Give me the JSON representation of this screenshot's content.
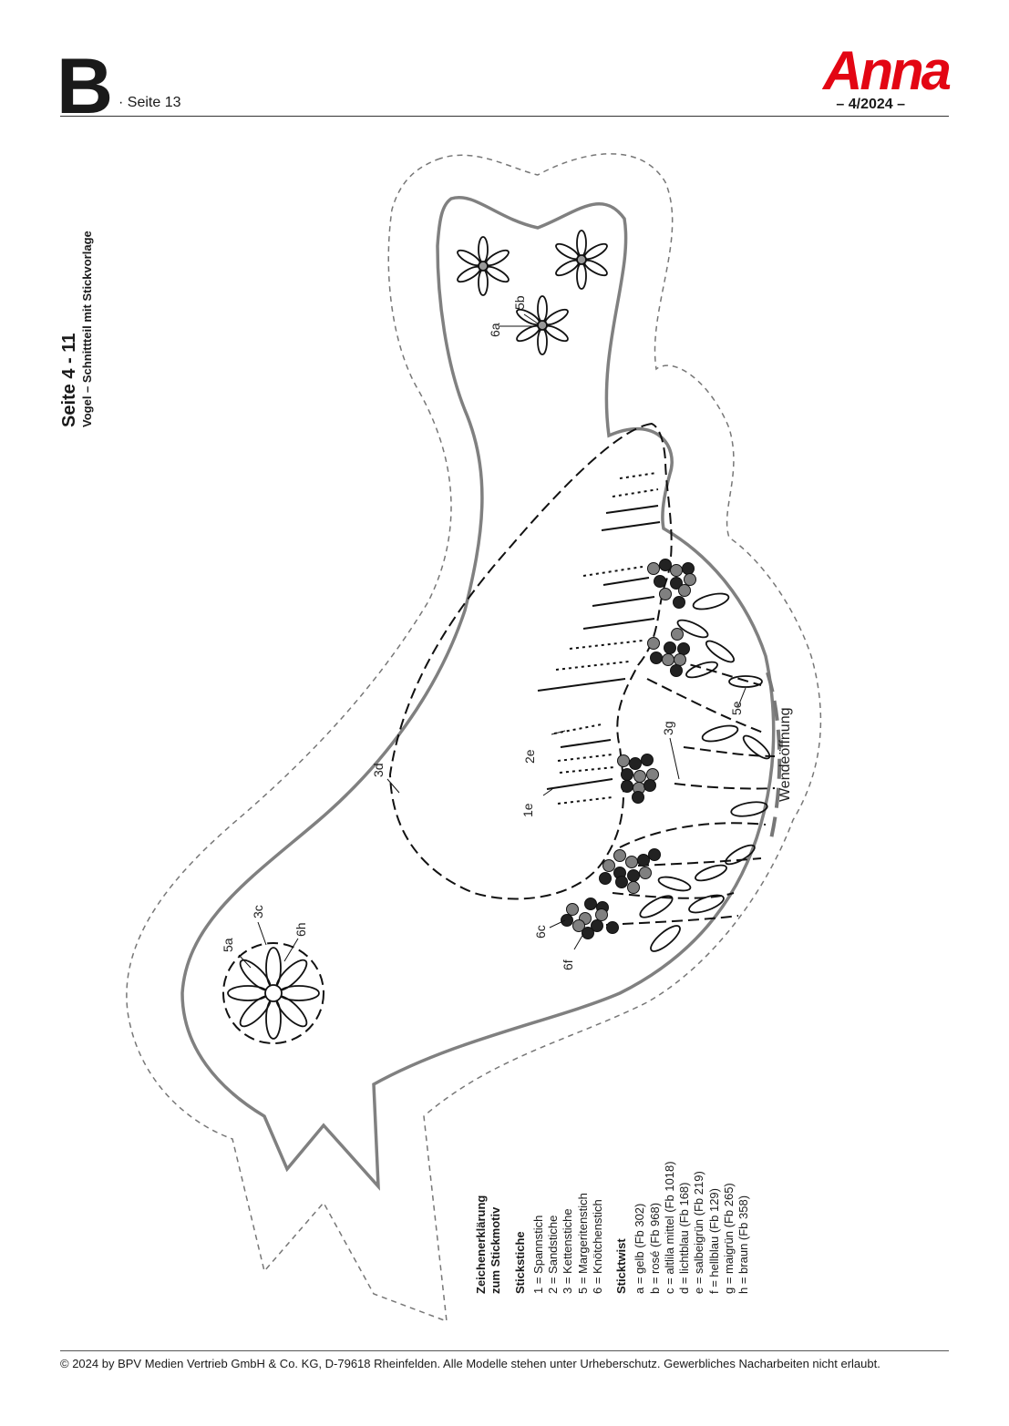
{
  "header": {
    "section_letter": "B",
    "page_label": "· Seite 13",
    "brand": "Anna",
    "issue": "– 4/2024 –",
    "brand_color": "#e30613"
  },
  "side_title": {
    "pages": "Seite 4 - 11",
    "subtitle": "Vogel – Schnittteil mit Stickvorlage"
  },
  "pattern_labels": {
    "l5b": "5b",
    "l6a": "6a",
    "l3d": "3d",
    "l2e": "2e",
    "l1e": "1e",
    "l3g": "3g",
    "l5e": "5e",
    "l6c": "6c",
    "l6f": "6f",
    "l5a": "5a",
    "l3c": "3c",
    "l6h": "6h",
    "opening": "Wendeöffnung"
  },
  "legend": {
    "title_line1": "Zeichenerklärung",
    "title_line2": "zum Stickmotiv",
    "stitches_heading": "Stickstiche",
    "stitches": [
      "1 = Spannstich",
      "2 = Sandstiche",
      "3 = Kettenstiche",
      "5 = Margeritenstich",
      "6 = Knötchenstich"
    ],
    "twist_heading": "Sticktwist",
    "twist": [
      "a = gelb (Fb 302)",
      "b = rosé (Fb 968)",
      "c = altlila mittel (Fb 1018)",
      "d = lichtblau (Fb 168)",
      "e = salbeigrün (Fb 219)",
      "f = hellblau (Fb 129)",
      "g = maigrün (Fb 265)",
      "h = braun (Fb 358)"
    ]
  },
  "footer": {
    "copyright": "© 2024 by BPV Medien Vertrieb GmbH & Co. KG, D-79618 Rheinfelden. Alle Modelle stehen unter Urheberschutz. Gewerbliches Nacharbeiten nicht erlaubt."
  }
}
